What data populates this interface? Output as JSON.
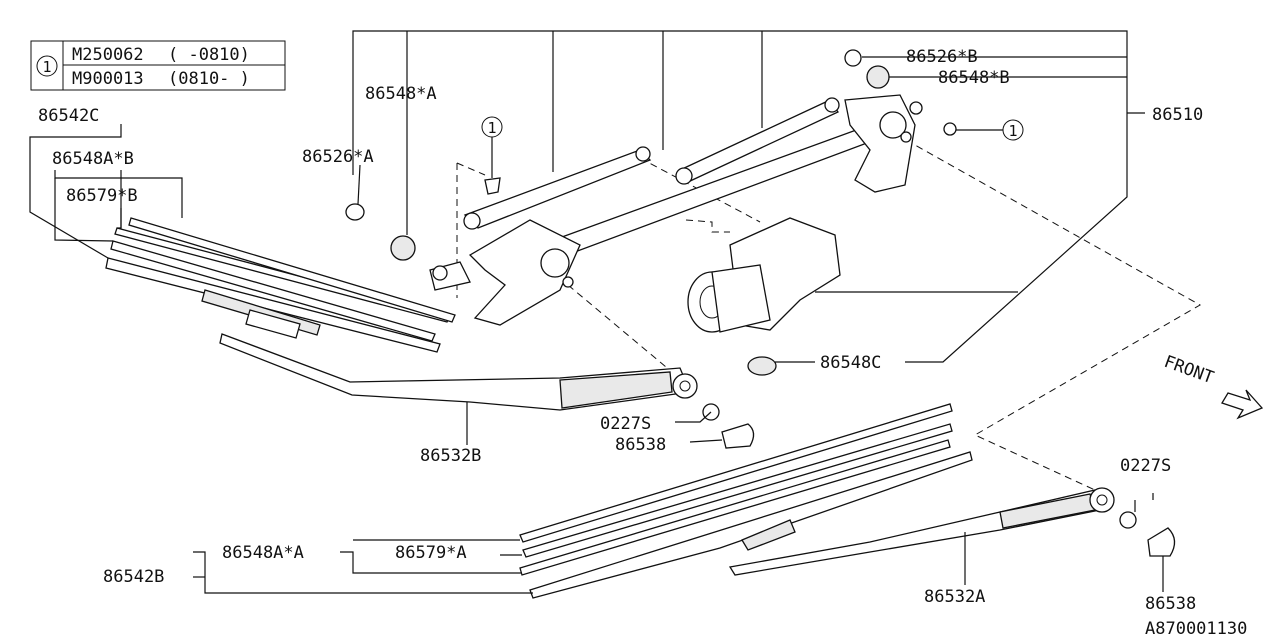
{
  "legend": {
    "key": "1",
    "rows": [
      {
        "part": "M250062",
        "range": "( -0810)"
      },
      {
        "part": "M900013",
        "range": "(0810- )"
      }
    ]
  },
  "labels": {
    "blade_assy_left": "86542C",
    "refill_left_b": "86548A*B",
    "rubber_left_b": "86579*B",
    "arm_left": "86532B",
    "screw_0227s_upper": "0227S",
    "cap_upper": "86538",
    "cap_a": "86526*A",
    "bushing_a": "86548*A",
    "link_assy": "86510",
    "cap_b": "86526*B",
    "bushing_b": "86548*B",
    "motor_cushion": "86548C",
    "blade_assy_right": "86542B",
    "refill_right_a": "86548A*A",
    "rubber_right_a": "86579*A",
    "arm_right": "86532A",
    "screw_0227s_lower": "0227S",
    "cap_lower": "86538",
    "front": "FRONT",
    "diagram_code": "A870001130"
  },
  "callouts": {
    "ref_upper_left": "1",
    "ref_upper_right": "1"
  }
}
